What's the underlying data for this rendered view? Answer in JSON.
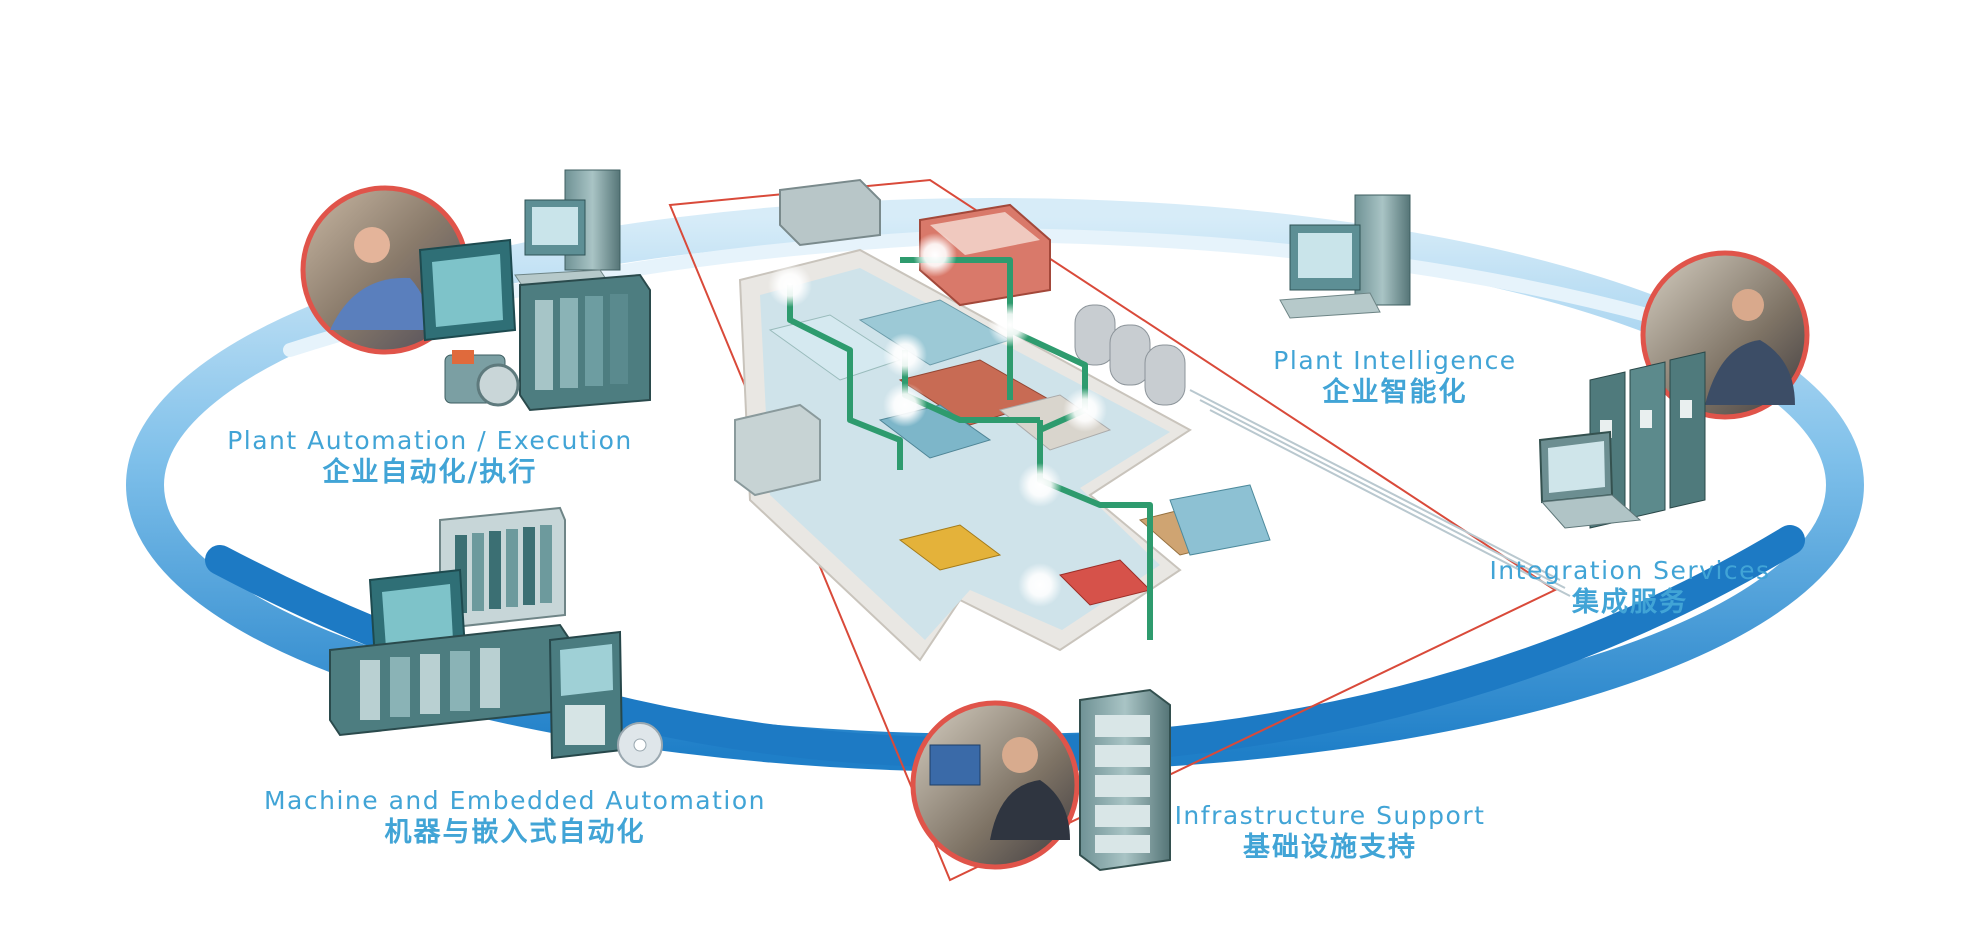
{
  "colors": {
    "ring": "#2f8fd1",
    "ring_light": "#a9d6f2",
    "label": "#41a4d6",
    "outline_red": "#d94a3a",
    "network_green": "#2e9b6e",
    "equipment_teal": "#5c8c8e"
  },
  "icons": [
    "operator-photo",
    "desktop-computer-icon",
    "touch-panel-icon",
    "plc-rack-icon",
    "servo-motor-icon",
    "factory-floor-illustration",
    "server-rack-icon",
    "laptop-icon",
    "binders-icon",
    "cd-disc-icon",
    "control-room-photo"
  ],
  "nodes": {
    "plant_automation": {
      "en": "Plant Automation / Execution",
      "zh": "企业自动化/执行"
    },
    "plant_intelligence": {
      "en": "Plant Intelligence",
      "zh": "企业智能化"
    },
    "integration_services": {
      "en": "Integration Services",
      "zh": "集成服务"
    },
    "machine_embedded": {
      "en": "Machine and Embedded Automation",
      "zh": "机器与嵌入式自动化"
    },
    "infrastructure_support": {
      "en": "Infrastructure Support",
      "zh": "基础设施支持"
    }
  }
}
